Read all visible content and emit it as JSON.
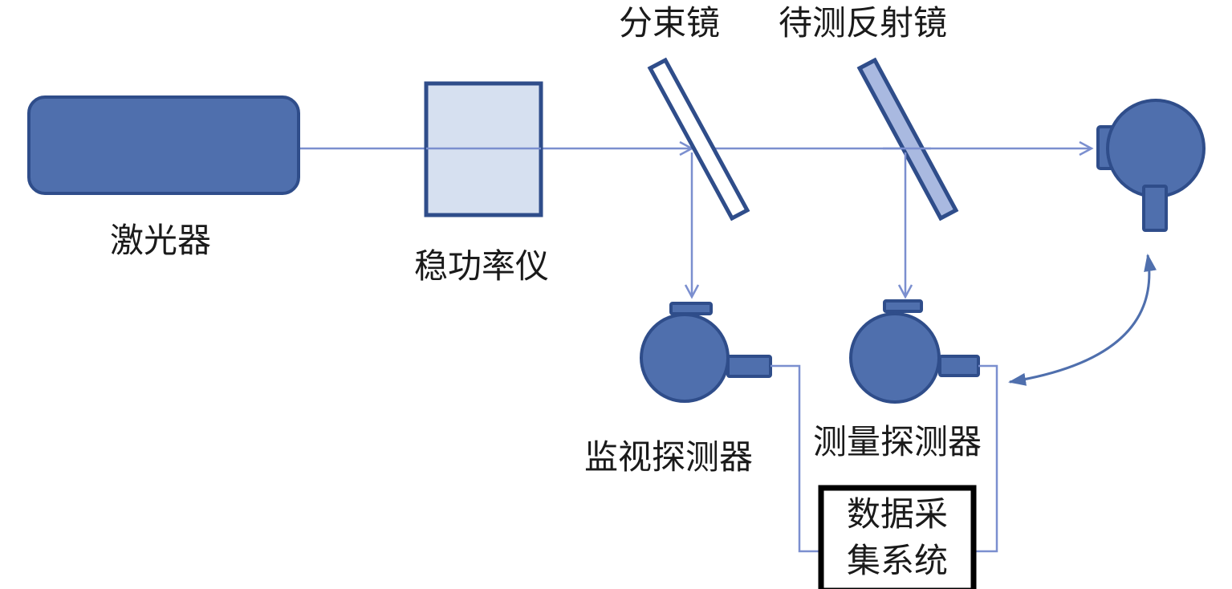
{
  "labels": {
    "laser": "激光器",
    "stabilizer": "稳功率仪",
    "beam_splitter": "分束镜",
    "mirror_under_test": "待测反射镜",
    "monitor_detector": "监视探测器",
    "measure_detector": "测量探测器",
    "daq_line1": "数据采",
    "daq_line2": "集系统"
  },
  "colors": {
    "device_fill": "#4f6fad",
    "device_stroke": "#2f4d8a",
    "beam": "#7b8fcf",
    "stabilizer_fill": "#d6e0f0",
    "mirror_fill": "#a9b9e0"
  }
}
